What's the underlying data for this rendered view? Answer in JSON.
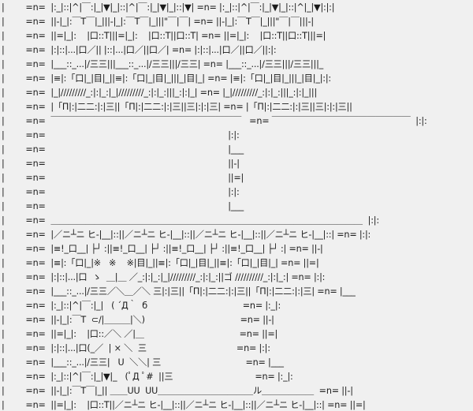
{
  "art": {
    "lines": [
      "|        =n=  |:_|::|^|￣:|_|▼|_|::|^|￣:|_|▼|_|::|▼| =n= |:_|::|^|￣:|_|▼|_|::|^|_|▼|:|:|",
      "|        =n=  ||-|_|:￣T￣|_|||-|_|:￣T￣|_|||\"￣|￣| =n= ||-|_|:￣T￣|_|||\"￣|￣|||-|",
      "|        =n=  ||=|_|:    |口::T|||=|_|:    |口::T||口::T| =n= ||=|_|:    |口::T||口::T|||=|",
      "|        =n=  |:|::|...|口／|| |::|...|口／||口／| =n= |:|::|...|口／||口／||:|:",
      "|        =n=  |___::_...|/三三|||___::_...|/三三|||/三三| =n= |___::_...|/三三|||/三三|||_",
      "|        =n=  |≡|:「口|_|目|_||≡|:「口|_|目|_|||_|目|_| =n= |≡|:「口|_|目|_|||_|目|_|:|:",
      "|        =n=  |_|/////////_:|:|_:|_|/////////_:|:|_:|||_:|:|_| =n= |_|/////////_:|:|_:|||_:|:|_|||",
      "|        =n=  |「Π|:|二二:|:|三||「Π|:|二二:|:|三||三|:|:|三| =n= |「Π|:|二二:|:|三||三|:|:|三||",
      "|        =n=  ￣￣￣￣￣￣￣￣￣￣￣￣￣￣￣￣￣￣￣￣￣￣   =n= ￣￣￣￣￣￣￣￣￣￣￣￣￣￣￣￣  |:|:",
      "|        =n=                                                                     |:|:",
      "|        =n=                                                                     |___",
      "|        =n=                                                                     ||-|",
      "|        =n=                                                                     ||=|",
      "|        =n=                                                                     |:|:",
      "|        =n=                                                                     |___",
      "|        =n=  ＿＿＿＿＿＿＿＿＿＿＿＿＿＿＿＿＿＿＿＿＿＿＿＿＿＿＿＿＿＿＿＿＿＿＿＿  |:|:",
      "|        =n=  |／ニ┴ニ ヒ-|__|::||／ニ┴ニ ヒ-|__|::||／ニ┴ニ ヒ-|__|::||／ニ┴ニ ヒ-|__|::| =n= |:|:",
      "|        =n=  |≡!_口__| ├┘ :||≡!_口__| ├┘ :||≡!_口__| ├┘ :||≡!_口__| ├┘ :| =n= ||-|",
      "|        =n=  |≡|:「口|_|※   ※    ※|目|_||≡|:「口|_|目|_||≡|:「口|_|目|_| =n= ||=|",
      "|        =n=  |:|::|...|口  ゝ  ＿|＿ ／_:|:|_:|_|/////////_:|:|_:||ゴ //////////_:|:|_:| =n= |:|:",
      "|        =n=  |___::_...|/三三／＼＿／＼ 三|:|三||「Π|:|二二:|:|三||「Π|:|二二:|:|三| =n= |___",
      "|        =n=  |:_|::|^|￣:|_|   ( ´Д｀  б                                    =n= |:_|:",
      "|        =n=  ||-|_|:￣T  ⊂/|＿＿＿|＼)                                    =n= ||-|",
      "|        =n=  ||=|_|:    |口::／＼ ／|＿                                    =n= ||=|",
      "|        =n=  |:|::|...|口(_／  | × ＼  三                                  =n= |:|:",
      "|        =n=  |___::_...|/三三|   U  ＼＼| 三                                =n= |___",
      "|        =n=  |:_|::|^|￣:|_|▼|_   (ﾟД ﾟ#  ||三                               =n= |:_|:",
      "|        =n=  ||-|_|:￣T￣|_|| ＿＿UU  UU＿＿＿＿＿＿＿＿＿＿＿ル＿＿＿＿＿＿  =n= ||-|",
      "|        =n=  ||=|_|:    |口::T||／ニ┴ニ ヒ-|__|::||／ニ┴ニ ヒ-|__|::||／ニ┴ニ ヒ-|__|::| =n= ||=|",
      "|        =n=  |:|::|...|口／||≡!_口__| ├┘ :||≡!_口__| ├┘ :||≡!_口__| ├┘ :| =n= |:|:"
    ]
  }
}
